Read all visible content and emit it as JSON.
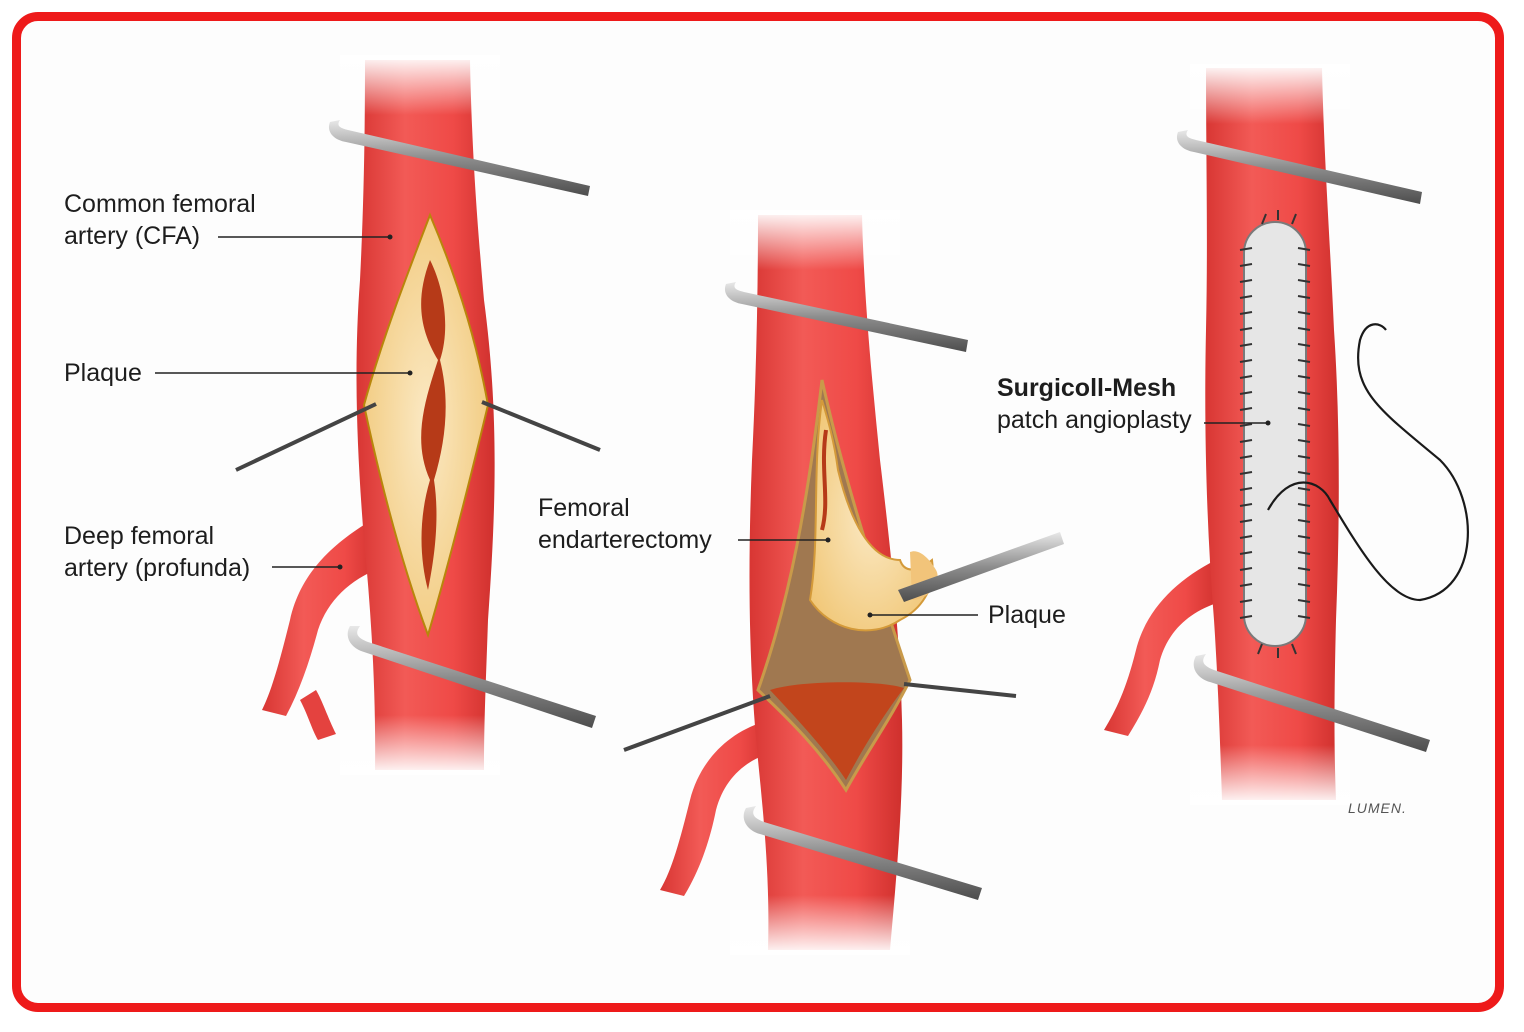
{
  "labels": {
    "cfa_line1": "Common femoral",
    "cfa_line2": "artery (CFA)",
    "plaque_left": "Plaque",
    "profunda_line1": "Deep femoral",
    "profunda_line2": "artery (profunda)",
    "endarterectomy_line1": "Femoral",
    "endarterectomy_line2": "endarterectomy",
    "plaque_middle": "Plaque",
    "patch_line1": "Surgicoll-Mesh",
    "patch_line2": "patch angioplasty"
  },
  "logo": "LUMEN.",
  "colors": {
    "frame": "#ee1a1a",
    "artery": "#ef4a47",
    "artery_dark": "#d23330",
    "plaque": "#f7d9a0",
    "clamp": "#9a9a9a",
    "patch": "#e8e8e8"
  },
  "icons": [
    "vascular-clamp-icon",
    "vessel-loop-icon",
    "suture-needle-icon"
  ]
}
